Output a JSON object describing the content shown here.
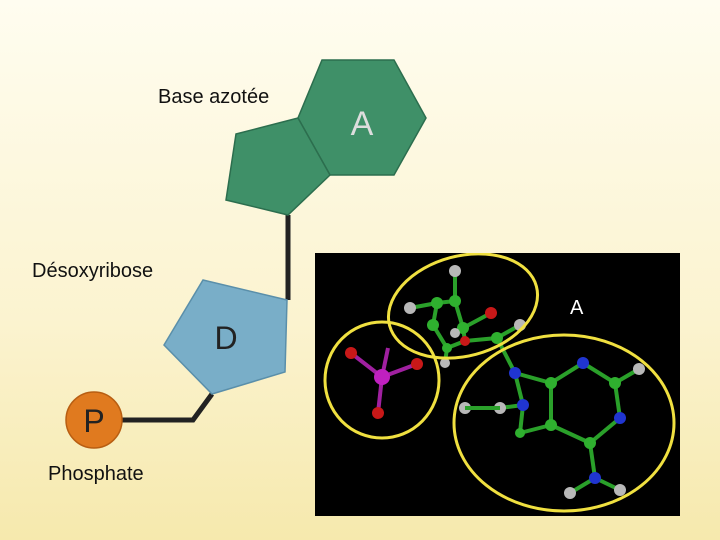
{
  "labels": {
    "base": "Base azotée",
    "sugar": "Désoxyribose",
    "phosphate": "Phosphate"
  },
  "shapes": {
    "base_letter": "A",
    "sugar_letter": "D",
    "phosphate_letter": "P"
  },
  "molecule": {
    "label": "A"
  },
  "colors": {
    "base": "#3f9068",
    "sugar": "#79aec8",
    "phosphate": "#e07a1f",
    "highlight": "#f0e040"
  }
}
